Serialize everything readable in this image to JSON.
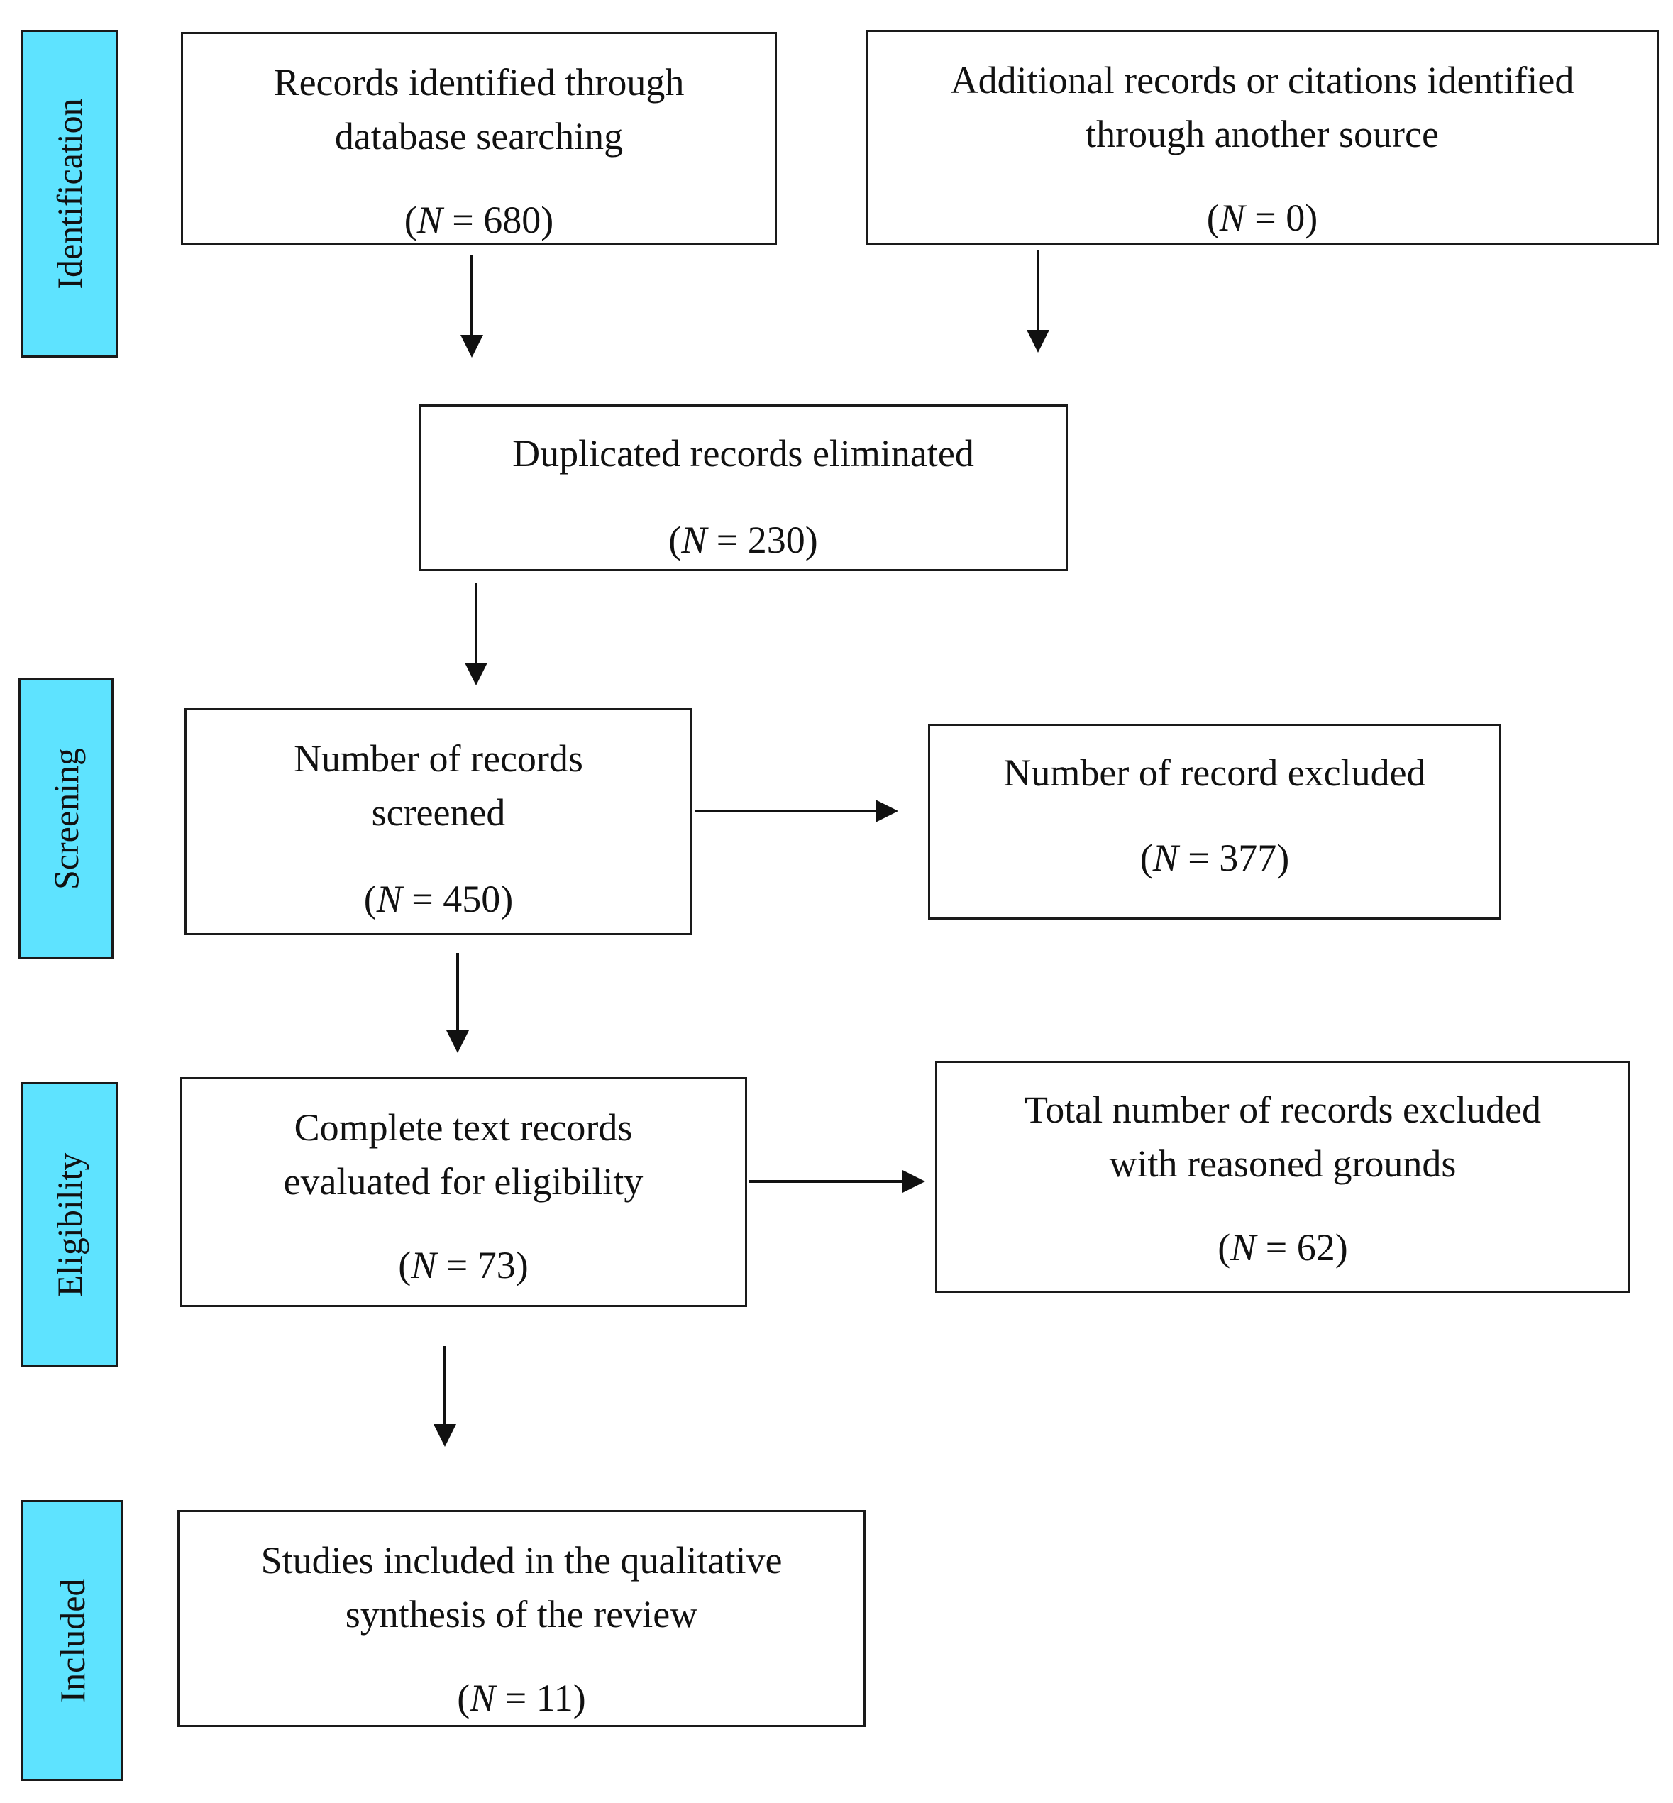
{
  "stages": {
    "identification": "Identification",
    "screening": "Screening",
    "eligibility": "Eligibility",
    "included": "Included"
  },
  "boxes": {
    "database": {
      "text_line1": "Records identified through",
      "text_line2": "database searching",
      "n_prefix": "(",
      "n_var": "N",
      "n_value": " = 680)"
    },
    "additional": {
      "text_line1": "Additional records or citations identified",
      "text_line2": "through another source",
      "n_prefix": "(",
      "n_var": "N",
      "n_value": " = 0)"
    },
    "duplicates": {
      "text_line1": "Duplicated records eliminated",
      "n_prefix": "(",
      "n_var": "N",
      "n_value": " = 230)"
    },
    "screened": {
      "text_line1": "Number of records",
      "text_line2": "screened",
      "n_prefix": "(",
      "n_var": "N",
      "n_value": " = 450)"
    },
    "excluded": {
      "text_line1": "Number of record excluded",
      "n_prefix": "(",
      "n_var": "N",
      "n_value": " = 377)"
    },
    "fulltext": {
      "text_line1": "Complete text records",
      "text_line2": "evaluated for eligibility",
      "n_prefix": "(",
      "n_var": "N",
      "n_value": " = 73)"
    },
    "fulltext_excluded": {
      "text_line1": "Total number of records excluded",
      "text_line2": "with reasoned grounds",
      "n_prefix": "(",
      "n_var": "N",
      "n_value": " = 62)"
    },
    "included": {
      "text_line1": "Studies included in the qualitative",
      "text_line2": "synthesis of the review",
      "n_prefix": "(",
      "n_var": "N",
      "n_value": " = 11)"
    }
  }
}
